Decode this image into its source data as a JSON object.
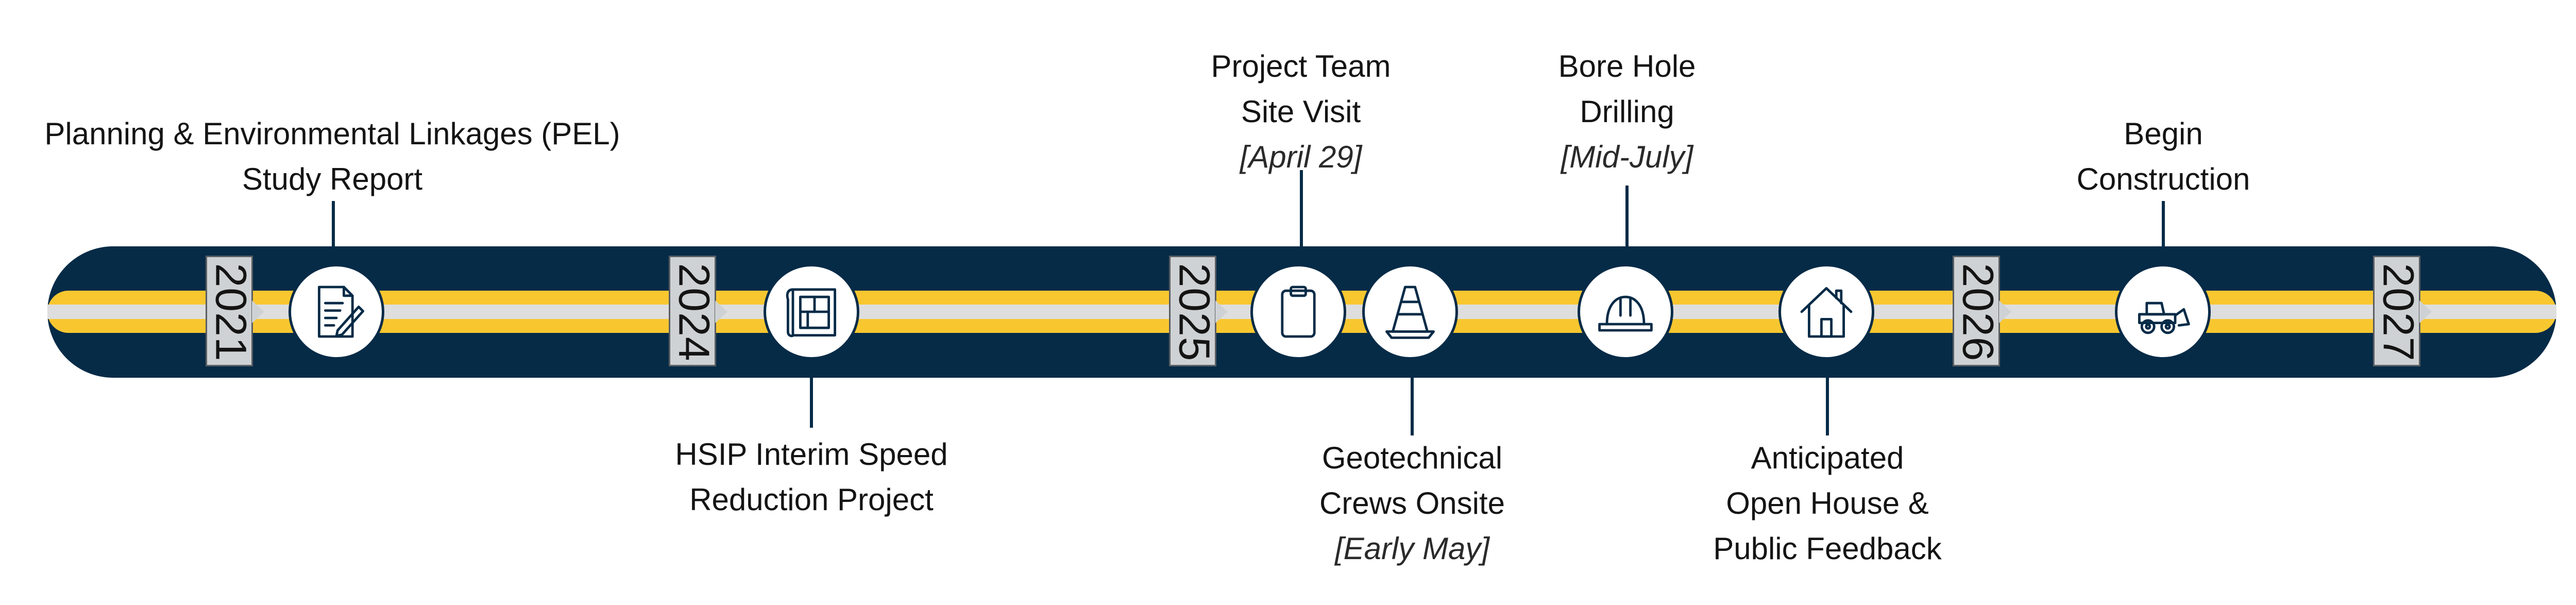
{
  "timeline": {
    "years": [
      "2021",
      "2024",
      "2025",
      "2026",
      "2027"
    ],
    "milestones": [
      {
        "id": "pel-study",
        "lines": [
          "Planning & Environmental Linkages (PEL)",
          "Study Report"
        ],
        "date": "",
        "icon": "document-edit-icon"
      },
      {
        "id": "hsip-speed",
        "lines": [
          "HSIP Interim Speed",
          "Reduction Project"
        ],
        "date": "",
        "icon": "blueprint-icon"
      },
      {
        "id": "site-visit",
        "lines": [
          "Project Team",
          "Site Visit"
        ],
        "date": "[April 29]",
        "icon": "clipboard-icon"
      },
      {
        "id": "geotech",
        "lines": [
          "Geotechnical",
          "Crews Onsite"
        ],
        "date": "[Early May]",
        "icon": "traffic-cone-icon"
      },
      {
        "id": "bore-hole",
        "lines": [
          "Bore Hole",
          "Drilling"
        ],
        "date": "[Mid-July]",
        "icon": "hard-hat-icon"
      },
      {
        "id": "open-house",
        "lines": [
          "Anticipated",
          "Open House &",
          "Public Feedback"
        ],
        "date": "",
        "icon": "house-icon"
      },
      {
        "id": "construction",
        "lines": [
          "Begin",
          "Construction"
        ],
        "date": "",
        "icon": "bulldozer-icon"
      }
    ]
  },
  "colors": {
    "road": "#062b47",
    "lane": "#f8c730",
    "center_line": "#dedede",
    "year_marker": "#cfd2d4"
  }
}
